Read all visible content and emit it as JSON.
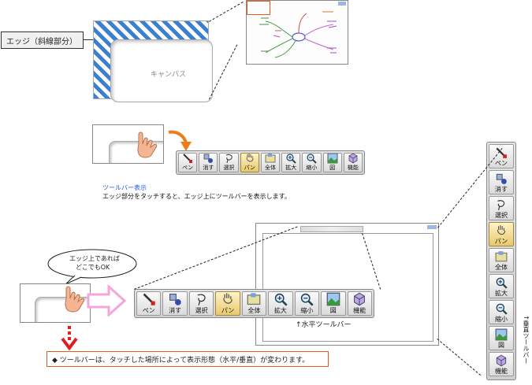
{
  "edge_label": "エッジ（斜線部分）",
  "canvas_label": "キャンパス",
  "caption": {
    "title": "ツールバー表示",
    "text": "エッジ部分をタッチすると、エッジ上にツールバーを表示します。"
  },
  "speech_bubble": {
    "line1": "エッジ上であれば",
    "line2": "どこでもOK"
  },
  "horizontal_label": "↑水平ツールバー",
  "vertical_label": "↑垂直ツールバー",
  "note": "◆ ツールバーは、タッチした場所によって表示形態（水平/垂直）が変わります。",
  "tools": [
    {
      "label": "ペン",
      "icon": "pen-icon"
    },
    {
      "label": "消す",
      "icon": "eraser-icon"
    },
    {
      "label": "選択",
      "icon": "lasso-select-icon"
    },
    {
      "label": "パン",
      "icon": "hand-pan-icon",
      "active": true
    },
    {
      "label": "全体",
      "icon": "fit-all-icon"
    },
    {
      "label": "拡大",
      "icon": "zoom-in-icon"
    },
    {
      "label": "縮小",
      "icon": "zoom-out-icon"
    },
    {
      "label": "図",
      "icon": "picture-icon"
    },
    {
      "label": "機能",
      "icon": "function-cube-icon"
    }
  ],
  "colors": {
    "accent_blue": "#3a7fd0",
    "highlight_red": "#e35a1a",
    "arrow_orange": "#ef7d1a",
    "arrow_pink": "#f4a6d8",
    "active_tool": "#e8c96a"
  }
}
